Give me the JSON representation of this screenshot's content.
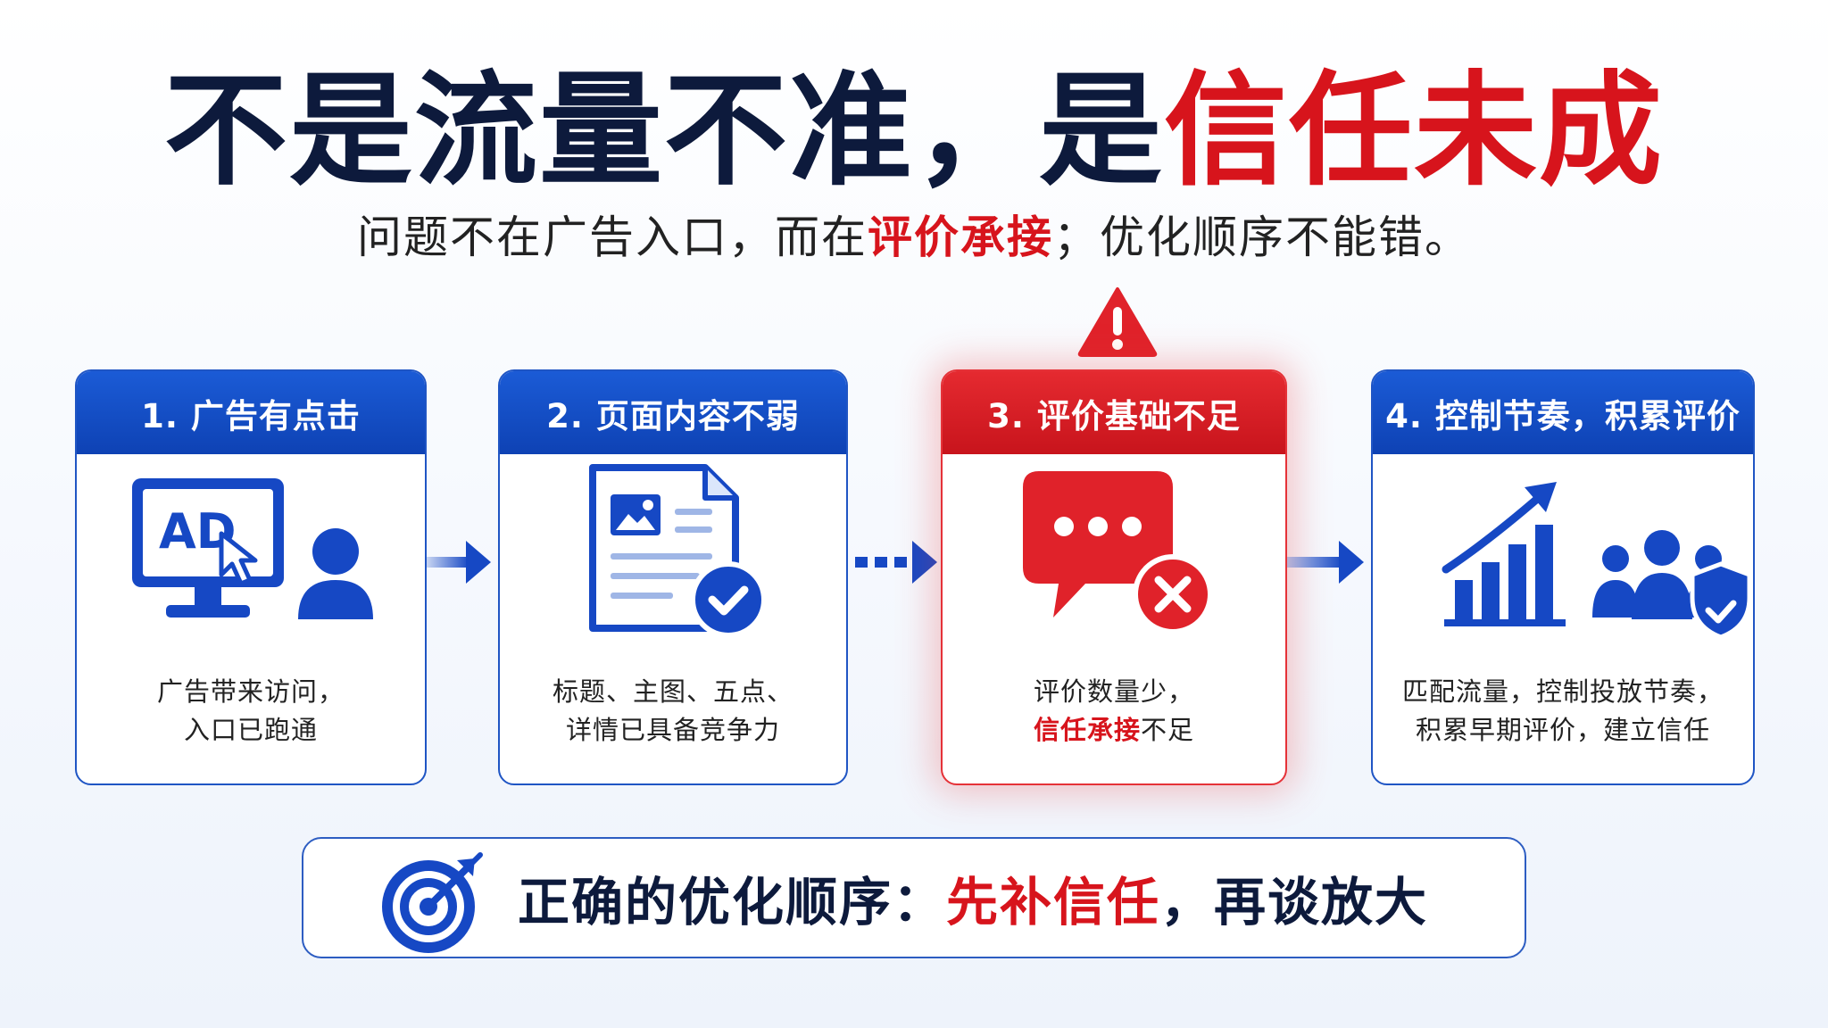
{
  "title": {
    "part1": "不是流量不准，是",
    "part2": "信任未成"
  },
  "subtitle": {
    "part1": "问题不在广告入口，而在",
    "highlight": "评价承接",
    "part2": "；优化顺序不能错。"
  },
  "steps": [
    {
      "header": "1. 广告有点击",
      "line1": "广告带来访问，",
      "line2": "入口已跑通",
      "icon": "ad-monitor-icon",
      "icon_text": "AD"
    },
    {
      "header": "2. 页面内容不弱",
      "line1": "标题、主图、五点、",
      "line2": "详情已具备竞争力",
      "icon": "document-check-icon"
    },
    {
      "header": "3. 评价基础不足",
      "line1": "评价数量少，",
      "line2_highlight": "信任承接",
      "line2_rest": "不足",
      "icon": "chat-bubble-x-icon"
    },
    {
      "header": "4. 控制节奏，积累评价",
      "line1": "匹配流量，控制投放节奏，",
      "line2": "积累早期评价，建立信任",
      "icon": "growth-users-shield-icon"
    }
  ],
  "banner": {
    "prefix": "正确的优化顺序：",
    "highlight": "先补信任",
    "suffix": "，再谈放大",
    "icon": "target-icon"
  },
  "colors": {
    "navy": "#0d1a3c",
    "blue": "#1648c4",
    "red": "#d7141c"
  }
}
